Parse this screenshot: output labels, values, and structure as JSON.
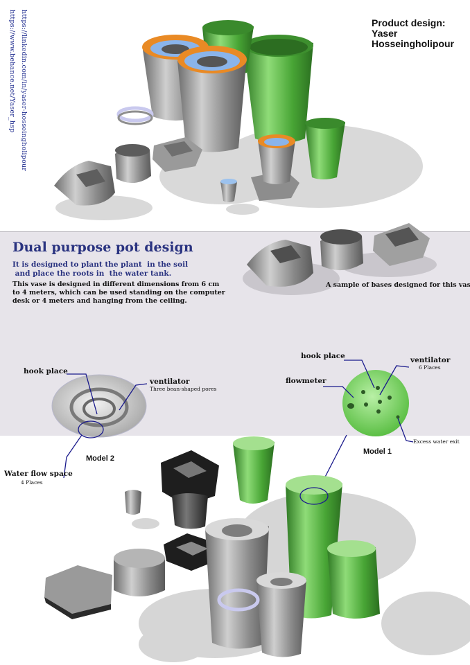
{
  "links": {
    "linkedin": "https://linkedin.com/in/yaser-hosseingholipour",
    "behance": "https://www.behance.net/Yaser_hsp"
  },
  "credit": {
    "line1": "Product design:",
    "line2": "Yaser",
    "line3": "Hosseingholipour"
  },
  "intro": {
    "title": "Dual purpose pot design",
    "subtitle_line1": "It is designed to plant the plant  in the soil",
    "subtitle_line2": " and place the roots in  the water tank.",
    "desc_line1": "This vase is designed in different dimensions from 6 cm",
    "desc_line2": "to 4 meters, which can be used standing on the computer",
    "desc_line3": "desk or 4 meters and hanging from the ceiling."
  },
  "bases_caption": "A sample of bases designed for this vase",
  "model2": {
    "hook_place": "hook place",
    "ventilator": "ventilator",
    "ventilator_note": "Three bean-shaped pores",
    "water_flow": "Water flow space",
    "water_flow_note": "4 Places",
    "name": "Model 2"
  },
  "model1": {
    "hook_place": "hook place",
    "ventilator": "ventilator",
    "ventilator_note": "6 Places",
    "flowmeter": "flowmeter",
    "excess": "Excess water exit",
    "name": "Model 1"
  },
  "colors": {
    "accent_text": "#2a3380",
    "callout_line": "#1a1a8c",
    "green": "#4ea83a",
    "grey": "#9a9a9a",
    "band": "#e7e4ea"
  }
}
